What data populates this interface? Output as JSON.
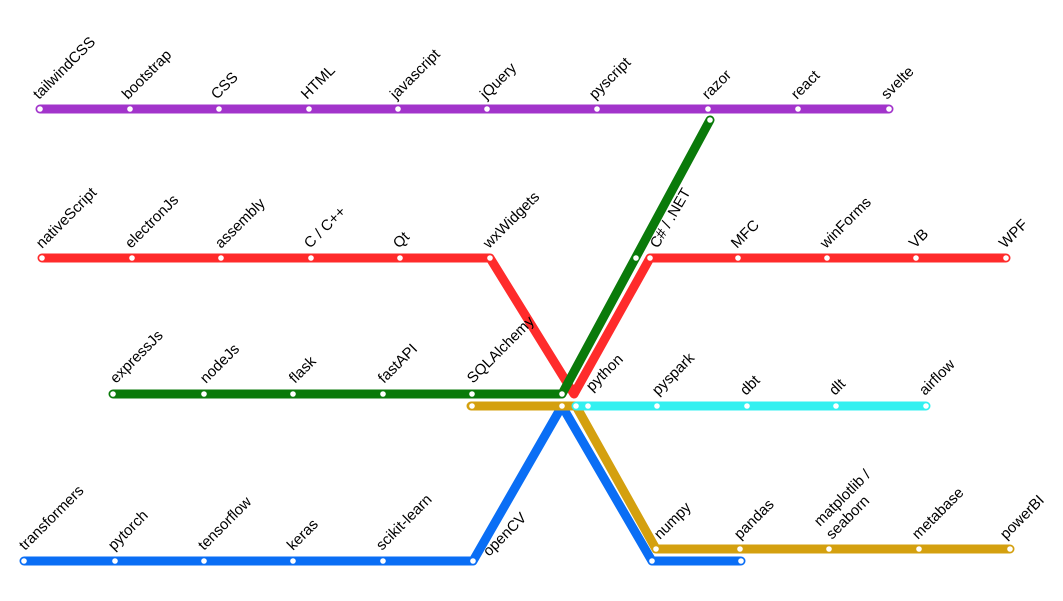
{
  "colors": {
    "purple": "#a234cb",
    "red": "#ff2b2b",
    "green": "#0a7a0a",
    "gold": "#d4a00f",
    "cyan": "#33f0f0",
    "blue": "#0a6ef5"
  },
  "lines": [
    {
      "id": "web-frontend-line",
      "color_key": "purple",
      "stations": [
        "tailwindCSS",
        "bootstrap",
        "CSS",
        "HTML",
        "javascript",
        "jQuery",
        "pyscript",
        "razor",
        "react",
        "svelte"
      ]
    },
    {
      "id": "desktop-line",
      "color_key": "red",
      "stations": [
        "nativeScript",
        "electronJs",
        "assembly",
        "C / C++",
        "Qt",
        "wxWidgets",
        "C# / .NET",
        "MFC",
        "winForms",
        "VB",
        "WPF"
      ]
    },
    {
      "id": "backend-line",
      "color_key": "green",
      "stations": [
        "expressJs",
        "nodeJs",
        "flask",
        "fastAPI",
        "SQLAlchemy",
        "python"
      ]
    },
    {
      "id": "data-engineering-line",
      "color_key": "cyan",
      "stations": [
        "pyspark",
        "dbt",
        "dlt",
        "airflow"
      ]
    },
    {
      "id": "data-analysis-line",
      "color_key": "gold",
      "stations": [
        "numpy",
        "pandas",
        "matplotlib / seaborn",
        "metabase",
        "powerBI"
      ]
    },
    {
      "id": "machine-learning-line",
      "color_key": "blue",
      "stations": [
        "transformers",
        "pytorch",
        "tensorflow",
        "keras",
        "scikit-learn",
        "openCV"
      ]
    }
  ],
  "labels": {
    "tailwindCSS": "tailwindCSS",
    "bootstrap": "bootstrap",
    "CSS": "CSS",
    "HTML": "HTML",
    "javascript": "javascript",
    "jQuery": "jQuery",
    "pyscript": "pyscript",
    "razor": "razor",
    "react": "react",
    "svelte": "svelte",
    "nativeScript": "nativeScript",
    "electronJs": "electronJs",
    "assembly": "assembly",
    "c_cpp": "C / C++",
    "Qt": "Qt",
    "wxWidgets": "wxWidgets",
    "csharp_net": "C# / .NET",
    "MFC": "MFC",
    "winForms": "winForms",
    "VB": "VB",
    "WPF": "WPF",
    "expressJs": "expressJs",
    "nodeJs": "nodeJs",
    "flask": "flask",
    "fastAPI": "fastAPI",
    "SQLAlchemy": "SQLAlchemy",
    "python": "python",
    "pyspark": "pyspark",
    "dbt": "dbt",
    "dlt": "dlt",
    "airflow": "airflow",
    "transformers": "transformers",
    "pytorch": "pytorch",
    "tensorflow": "tensorflow",
    "keras": "keras",
    "scikit_learn": "scikit-learn",
    "openCV": "openCV",
    "numpy": "numpy",
    "pandas": "pandas",
    "matplotlib_1": "matplotlib /",
    "matplotlib_2": "seaborn",
    "metabase": "metabase",
    "powerBI": "powerBI"
  }
}
